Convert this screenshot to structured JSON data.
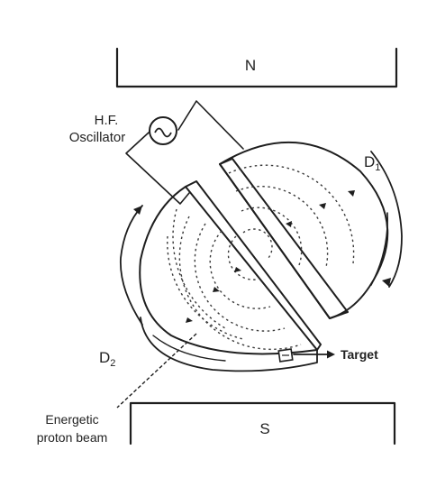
{
  "labels": {
    "north_pole": "N",
    "south_pole": "S",
    "oscillator_line1": "H.F.",
    "oscillator_line2": "Oscillator",
    "dee1_letter": "D",
    "dee1_sub": "1",
    "dee2_letter": "D",
    "dee2_sub": "2",
    "target": "Target",
    "beam_line1": "Energetic",
    "beam_line2": "proton beam"
  },
  "icons": {
    "oscillator": "ac-sine-source-icon",
    "target": "target-block-icon"
  },
  "colors": {
    "ink": "#1e1e1e",
    "background": "#ffffff"
  }
}
